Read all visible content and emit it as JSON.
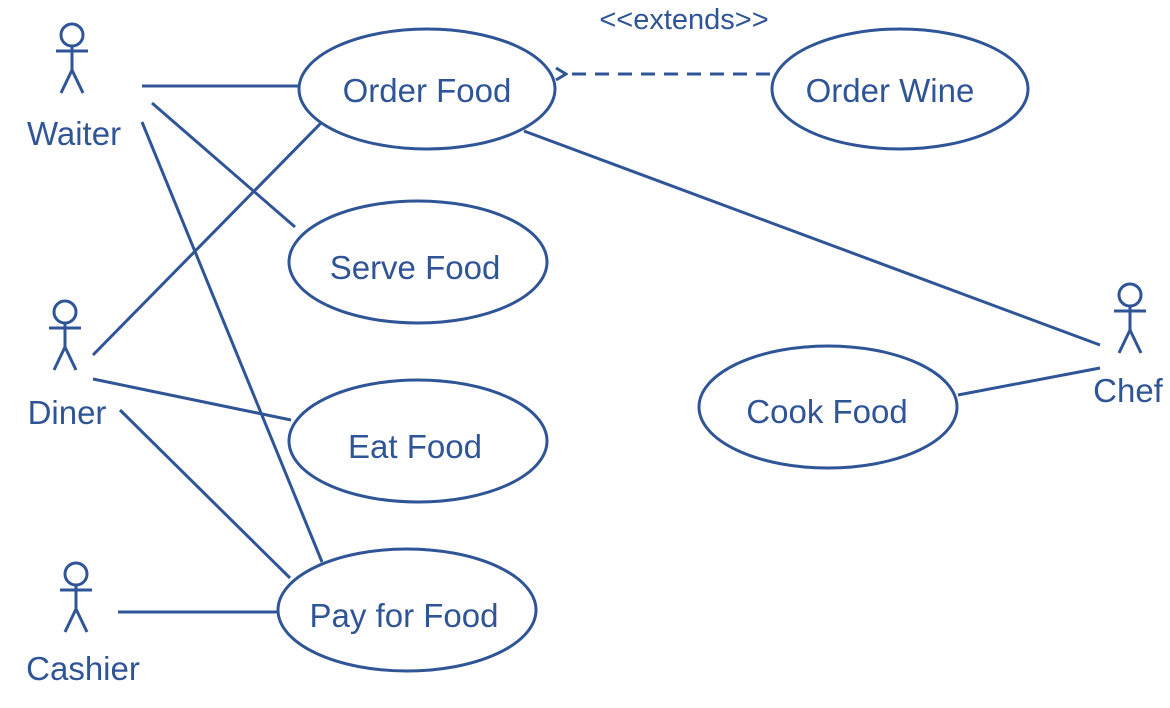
{
  "diagram": {
    "stroke_color": "#2f5597",
    "actors": {
      "waiter": "Waiter",
      "diner": "Diner",
      "cashier": "Cashier",
      "chef": "Chef"
    },
    "use_cases": {
      "order_food": "Order Food",
      "order_wine": "Order Wine",
      "serve_food": "Serve Food",
      "eat_food": "Eat Food",
      "pay_for_food": "Pay for Food",
      "cook_food": "Cook Food"
    },
    "extends_label": "<<extends>>"
  }
}
